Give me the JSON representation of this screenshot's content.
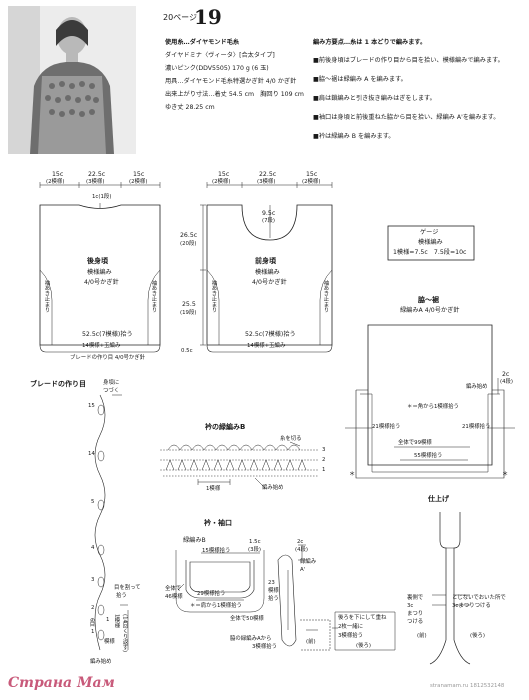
{
  "header": {
    "page_label": "20ページ",
    "pattern_number": "19"
  },
  "materials": [
    "使用糸…ダイヤモンド毛糸",
    "ダイヤドミナ〈ヴィータ〉[合太タイプ]",
    "濃いピンク(DDV5505) 170 g (6 玉)",
    "用具…ダイヤモンド毛糸特選かぎ針 4/0 かぎ針",
    "出来上がり寸法…着丈 54.5 cm　胸回り 109 cm",
    "ゆき丈 28.25 cm"
  ],
  "steps": [
    "編み方要点…糸は 1 本どりで編みます。",
    "■前後身頃はブレードの作り目から目を拾い、模様編みで編みます。",
    "■脇～裾は緑編み A を編みます。",
    "■肩は鎖編みと引き抜き編みはぎをします。",
    "■袖口は身頃と前後重ねた脇から目を拾い、緑編み A'を編みます。",
    "■衿は緑編み B を編みます。"
  ],
  "back_body": {
    "top_labels": [
      {
        "measure": "15c",
        "rows": "(2模様)"
      },
      {
        "measure": "22.5c",
        "rows": "(3模様)"
      },
      {
        "measure": "15c",
        "rows": "(2模様)"
      }
    ],
    "neck_label": "1c(1段)",
    "title": "後身頃",
    "pattern": "模様編み",
    "hook": "4/0号かぎ針",
    "side_left": "袖あき止まり",
    "side_right": "袖あき止まり",
    "bottom_width": "52.5c(7模様)拾う",
    "bottom_stitch": "14模様+玉編み",
    "braid_note": "ブレードの作り目 4/0号かぎ針"
  },
  "front_body": {
    "top_labels": [
      {
        "measure": "15c",
        "rows": "(2模様)"
      },
      {
        "measure": "22.5c",
        "rows": "(3模様)"
      },
      {
        "measure": "15c",
        "rows": "(2模様)"
      }
    ],
    "neck_depth": "9.5c",
    "neck_rows": "(7段)",
    "left_height_1": "26.5c",
    "left_rows_1": "(20段)",
    "left_height_2": "25.5",
    "left_rows_2": "(19段)",
    "title": "前身頃",
    "pattern": "模様編み",
    "hook": "4/0号かぎ針",
    "side_left": "袖あき止まり",
    "side_right": "袖あき止まり",
    "bottom_width": "52.5c(7模様)拾う",
    "bottom_stitch": "14模様+玉編み",
    "bottom_gap": "0.5c"
  },
  "gauge": {
    "title": "ゲージ",
    "pattern": "模様編み",
    "value": "1模様=7.5c　7.5段=10c"
  },
  "side_hem": {
    "title": "脇～裾",
    "pattern": "緑編みA 4/0号かぎ針",
    "height": "2c",
    "rows": "(4段)",
    "start": "編み始め",
    "corner_note": "＊＝角から1模様拾う",
    "left_pick": "21模様拾う",
    "right_pick": "21模様拾う",
    "whole": "全体で99模様",
    "bottom_pick": "55模様拾う",
    "asterisk": "＊"
  },
  "braid": {
    "title": "ブレードの作り目",
    "body_link_1": "身頃に",
    "body_link_2": "つづく",
    "numbers": [
      "15",
      "14",
      "5",
      "4",
      "3",
      "2",
      "1"
    ],
    "pick_note_1": "目を割って",
    "pick_note_2": "拾う",
    "pattern_label": "1模様",
    "rows_label": "6目",
    "bracket_label": "(14回くり返す)",
    "extra_1": "1",
    "extra_2": "模様",
    "start": "編み始め"
  },
  "collar_chart": {
    "title": "衿の緑編みB",
    "cut_note": "糸を切る",
    "rows": [
      "3",
      "2",
      "1"
    ],
    "pattern_label": "1模様",
    "start": "編み始め"
  },
  "collar_cuff": {
    "title": "衿・袖口",
    "pattern_b": "緑編みB",
    "pick_15": "15模様拾う",
    "height_b": "1.5c",
    "rows_b": "(3段)",
    "pick_29": "29模様拾う",
    "total_46_1": "全体で",
    "total_46_2": "46模様",
    "corner_note": "＊＝肩から1模様拾う",
    "height_a": "2c",
    "rows_a": "(4段)",
    "pattern_a": "緑編み",
    "pattern_a2": "A'",
    "pick_23_1": "23",
    "pick_23_2": "模様",
    "pick_23_3": "拾う",
    "total_50": "全体で50模様",
    "side_pick_1": "脇の緑編みAから",
    "side_pick_2": "3模様拾う",
    "layer_1": "後ろを下にして重ね",
    "layer_2": "2枚一緒に",
    "layer_3": "3模様拾う",
    "front": "(前)",
    "back": "(後ろ)"
  },
  "finish": {
    "title": "仕上げ",
    "inside_1": "裏側で",
    "inside_2": "3c",
    "inside_3": "まつり",
    "inside_4": "つける",
    "leave_1": "とじないでおいた所で",
    "leave_2": "3cまつりつける",
    "front": "(前)",
    "back": "(後ろ)"
  },
  "watermark": {
    "site": "Страна Мам",
    "id": "stranamam.ru 1812532148"
  }
}
